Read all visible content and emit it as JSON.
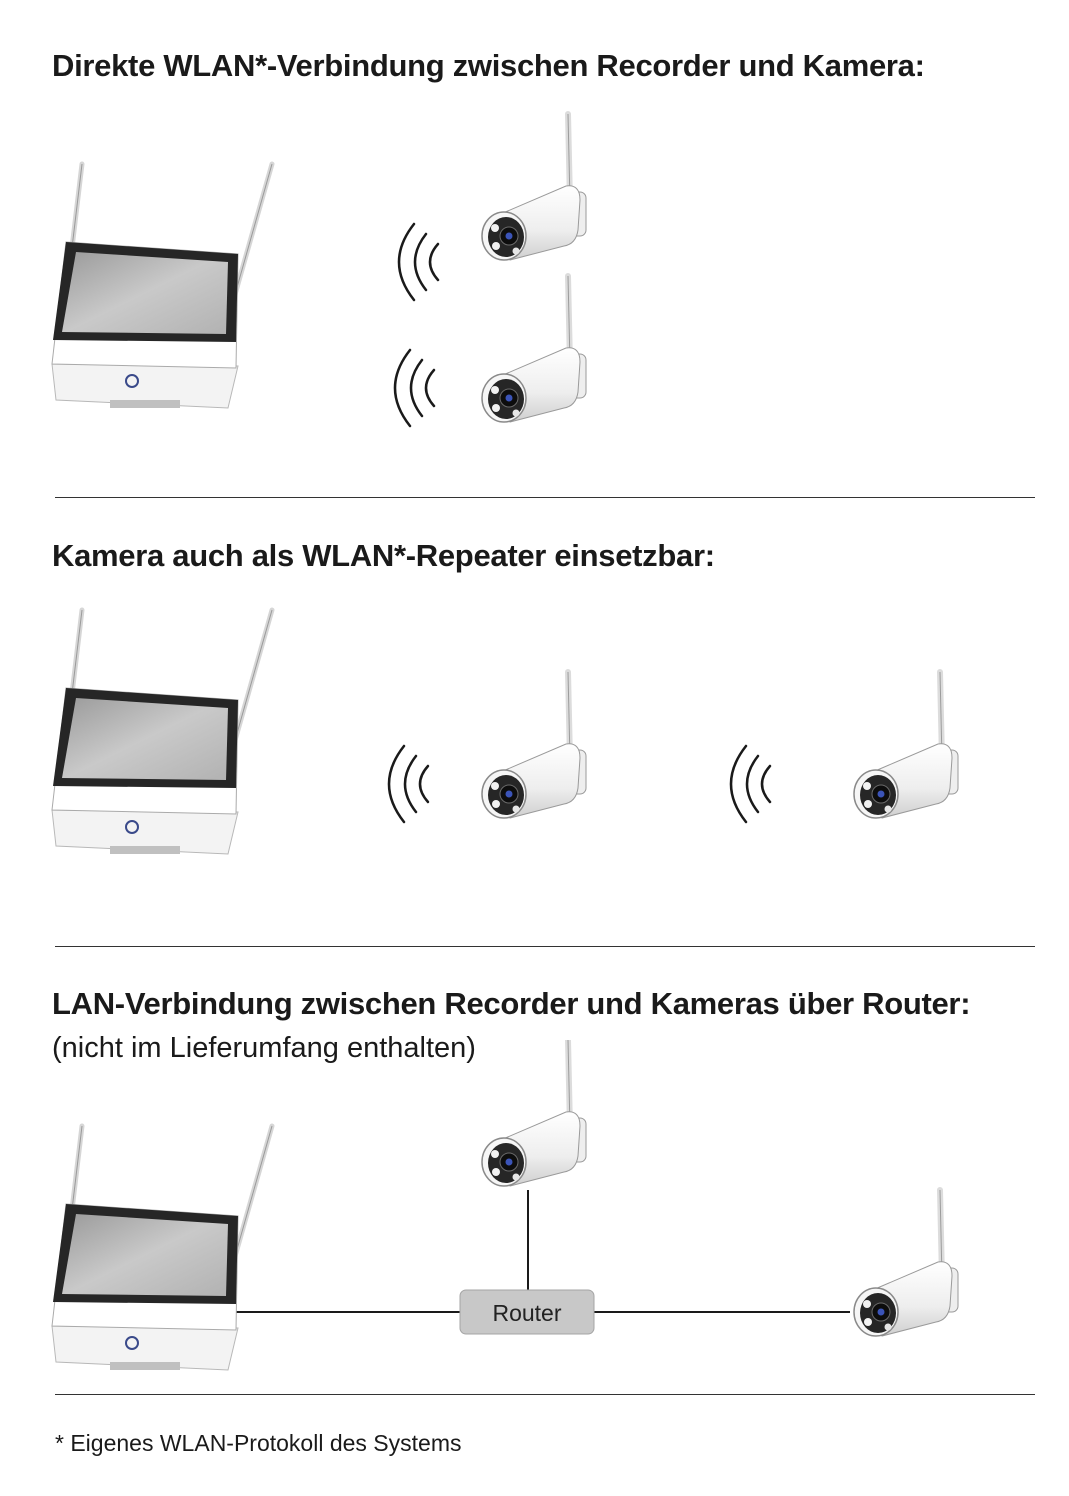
{
  "section1": {
    "title": "Direkte WLAN*-Verbindung zwischen Recorder und Kamera:"
  },
  "section2": {
    "title": "Kamera auch als WLAN*-Repeater einsetzbar:"
  },
  "section3": {
    "title": "LAN-Verbindung zwischen Recorder und Kameras über Router:",
    "subtitle": "(nicht im Lieferumfang enthalten)",
    "router_label": "Router"
  },
  "footnote": "* Eigenes WLAN-Protokoll des Systems",
  "icons": [
    "recorder-monitor-icon",
    "wifi-camera-icon",
    "wifi-signal-icon",
    "router-icon"
  ],
  "colors": {
    "text": "#1a1a1a",
    "router_fill": "#c8c8c8",
    "divider": "#333333"
  }
}
